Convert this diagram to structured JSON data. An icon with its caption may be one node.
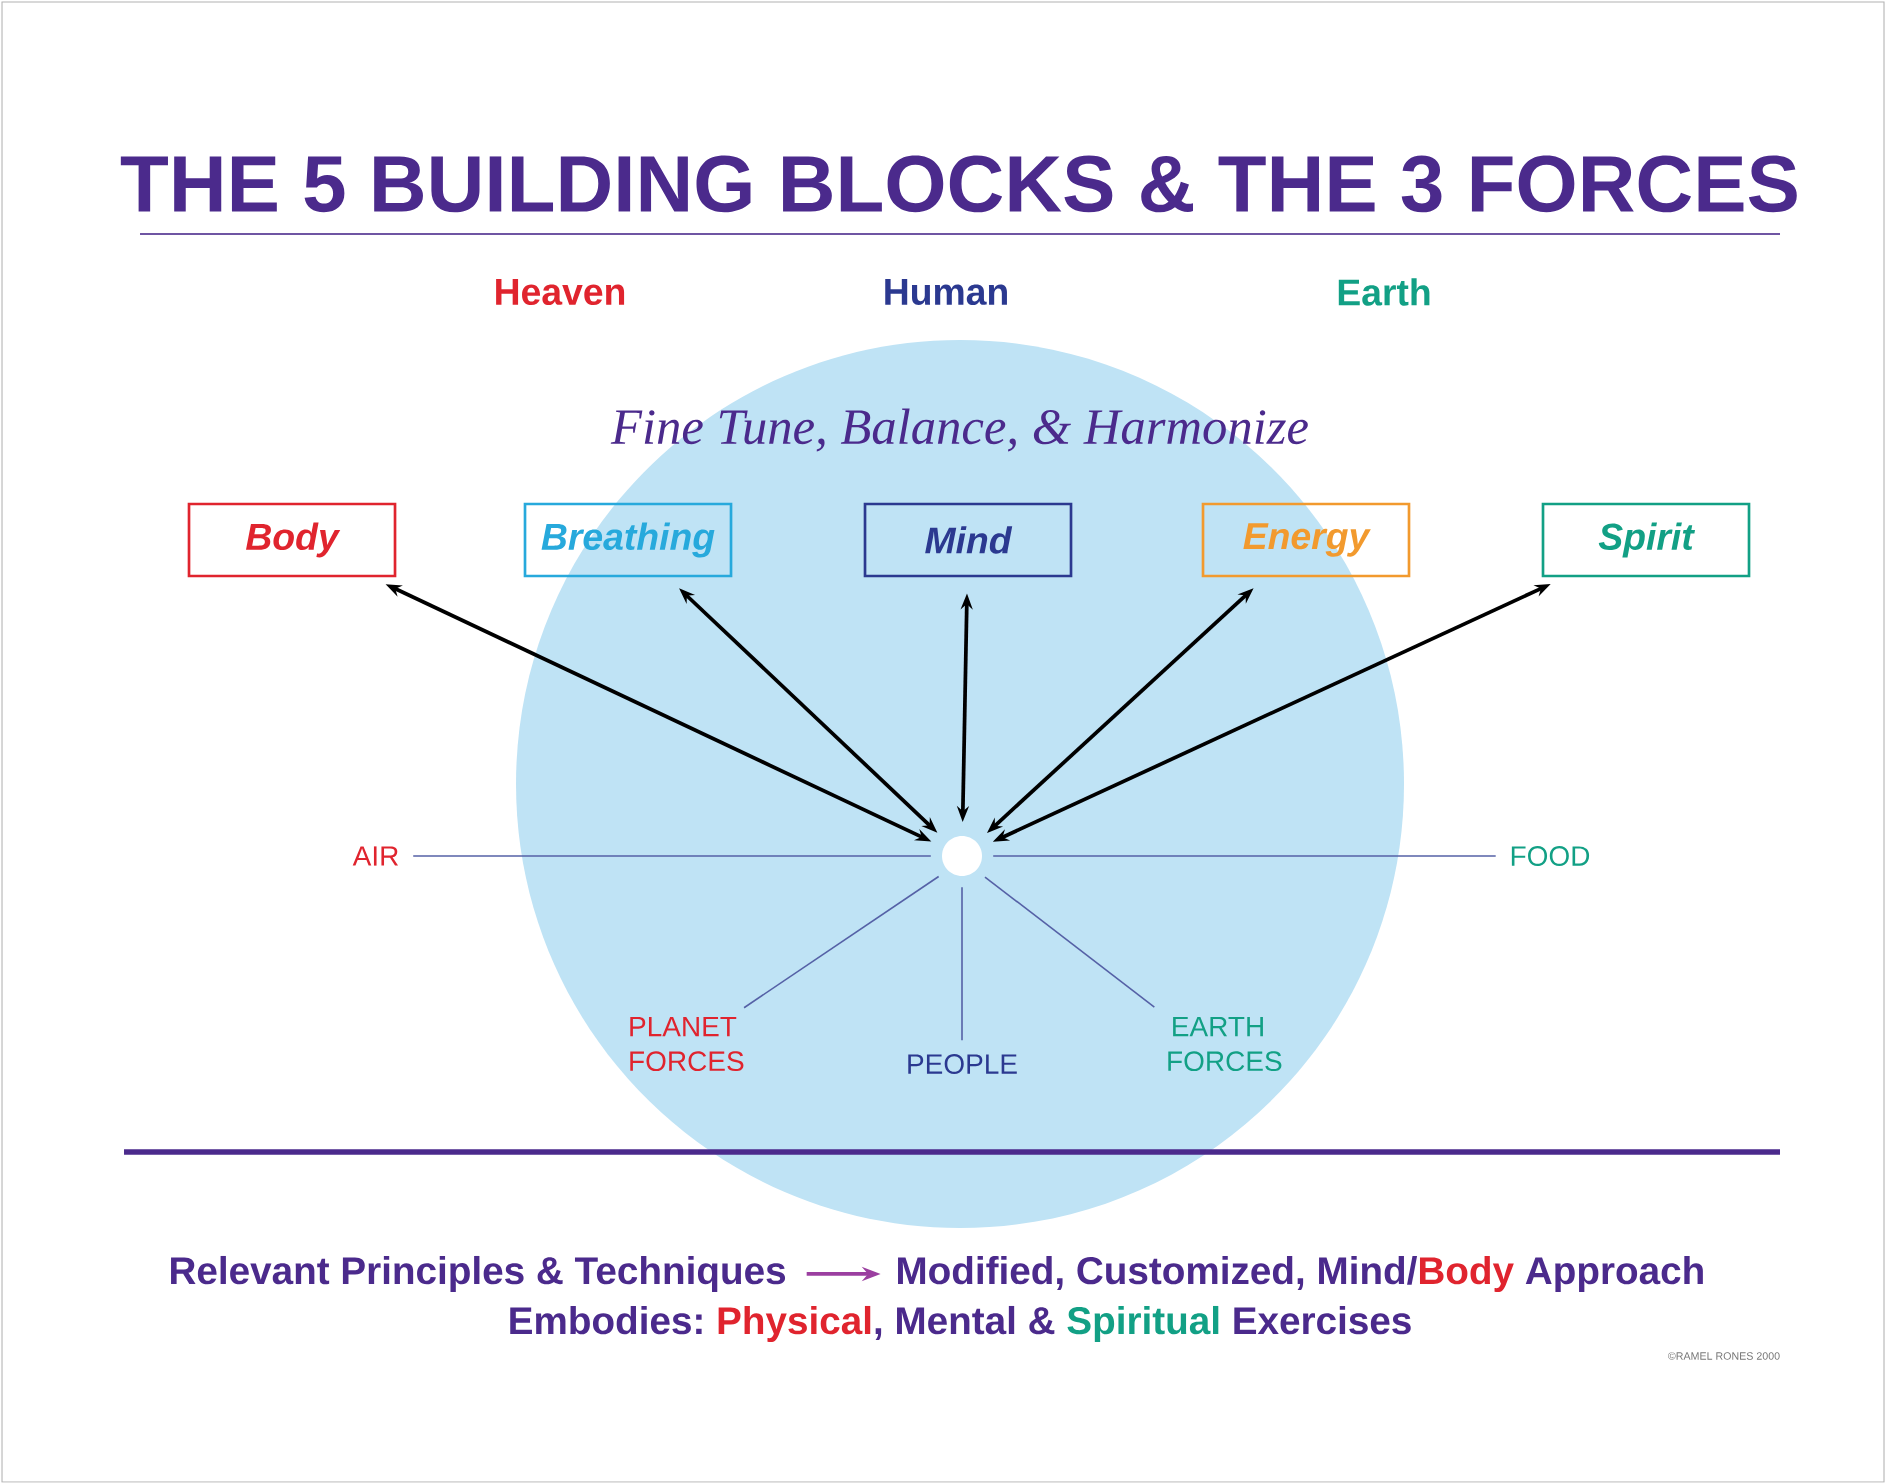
{
  "diagram": {
    "title": "THE 5 BUILDING BLOCKS & THE 3 FORCES",
    "nodes": [
      {
        "text": [
          "Body"
        ]
      },
      {
        "text": [
          "Breathing"
        ]
      },
      {
        "text": [
          "Mind"
        ]
      },
      {
        "text": [
          "Energy"
        ]
      },
      {
        "text": [
          "Spirit"
        ]
      },
      {
        "text": [],
        "shape": "circle"
      },
      {
        "text": [
          "AIR"
        ]
      },
      {
        "text": [
          "FOOD"
        ]
      },
      {
        "text": [
          "PLANET FORCES"
        ]
      },
      {
        "text": [
          "PEOPLE"
        ]
      },
      {
        "text": [
          "EARTH FORCES"
        ]
      },
      {
        "text": [
          "Relevant Principles & Techniques"
        ]
      },
      {
        "text": [
          "Modified, Customized, Mind/",
          "Body",
          "Approach"
        ]
      }
    ],
    "edges": [
      {
        "from": 0,
        "to": 5,
        "arrow": "both"
      },
      {
        "from": 1,
        "to": 5,
        "arrow": "both"
      },
      {
        "from": 2,
        "to": 5,
        "arrow": "both"
      },
      {
        "from": 3,
        "to": 5,
        "arrow": "both"
      },
      {
        "from": 4,
        "to": 5,
        "arrow": "both"
      },
      {
        "from": 5,
        "to": 6,
        "arrow": "none",
        "color": "#5561a6"
      },
      {
        "from": 5,
        "to": 7,
        "arrow": "none",
        "color": "#5561a6"
      },
      {
        "from": 5,
        "to": 8,
        "arrow": "none",
        "color": "#5561a6"
      },
      {
        "from": 5,
        "to": 9,
        "arrow": "none",
        "color": "#5561a6"
      },
      {
        "from": 5,
        "to": 10,
        "arrow": "none",
        "color": "#5561a6"
      },
      {
        "from": 11,
        "to": 12,
        "arrow": "to",
        "color": "#9b3fa0"
      }
    ],
    "labels": [
      "Heaven",
      "Human",
      "Earth",
      "Fine Tune, Balance, & Harmonize",
      "Embodies:",
      "Physical",
      ", Mental &",
      "Spiritual",
      "Exercises",
      "©RAMEL RONES 2000"
    ]
  }
}
